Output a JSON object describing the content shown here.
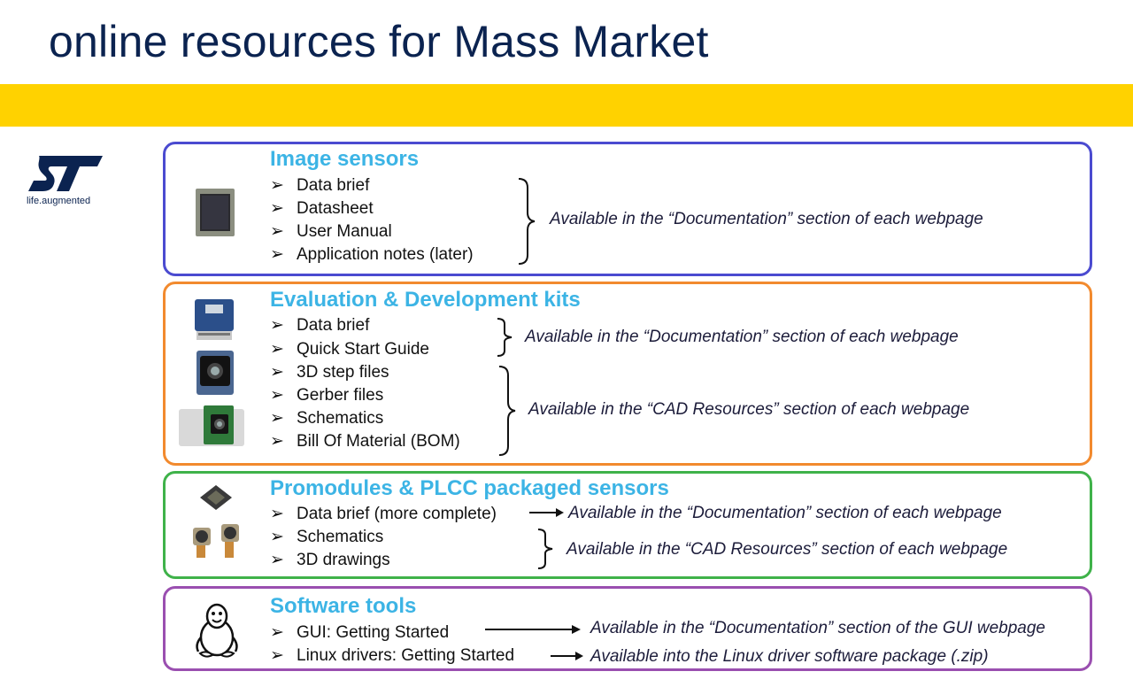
{
  "page": {
    "title": "online resources for Mass Market",
    "logo_tagline": "life.augmented"
  },
  "sections": [
    {
      "title": "Image sensors",
      "border_color": "#4b4bd0",
      "items": [
        "Data brief",
        "Datasheet",
        "User Manual",
        "Application notes (later)"
      ],
      "notes": [
        "Available in the “Documentation” section of each webpage"
      ]
    },
    {
      "title": "Evaluation & Development kits",
      "border_color": "#f28a2e",
      "items": [
        "Data brief",
        "Quick Start Guide",
        "3D step files",
        "Gerber files",
        "Schematics",
        "Bill Of Material (BOM)"
      ],
      "notes": [
        "Available in the “Documentation” section of each webpage",
        "Available in the “CAD Resources” section of each webpage"
      ]
    },
    {
      "title": "Promodules & PLCC packaged sensors",
      "border_color": "#3fb24a",
      "items": [
        "Data brief (more complete)",
        "Schematics",
        "3D drawings"
      ],
      "notes": [
        "Available in the “Documentation” section of each webpage",
        "Available in the “CAD Resources” section of each webpage"
      ]
    },
    {
      "title": "Software tools",
      "border_color": "#9a4fb0",
      "items": [
        "GUI: Getting Started",
        "Linux drivers: Getting Started"
      ],
      "notes": [
        "Available in the “Documentation” section of the GUI webpage",
        "Available into the Linux driver software package (.zip)"
      ]
    }
  ],
  "colors": {
    "title_text": "#0b2350",
    "accent_band": "#ffd200",
    "section_title": "#3cb4e5",
    "logo": "#0b2350"
  },
  "icons": {
    "bullet": "chevron-right-arrowhead",
    "logo": "st-logo",
    "linux": "tux-penguin-icon"
  }
}
